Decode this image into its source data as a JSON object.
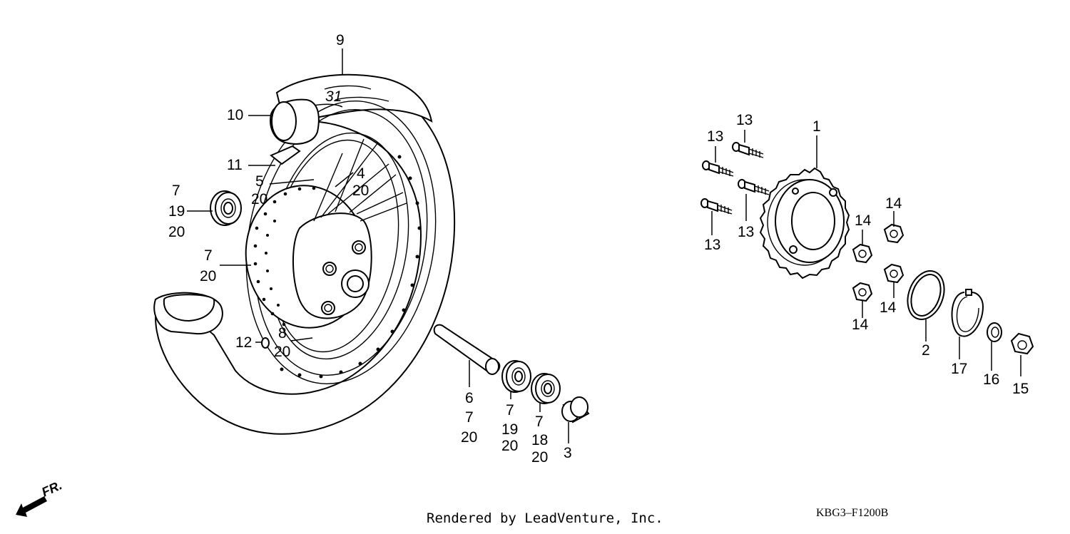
{
  "labels": {
    "l1": "1",
    "l2": "2",
    "l3": "3",
    "l4": "4",
    "l5": "5",
    "l6": "6",
    "l7": "7",
    "l8": "8",
    "l9": "9",
    "l10": "10",
    "l11": "11",
    "l12": "12",
    "l13": "13",
    "l14": "14",
    "l15": "15",
    "l16": "16",
    "l17": "17",
    "l18": "18",
    "l19": "19",
    "l20": "20"
  },
  "direction": "FR.",
  "footer": {
    "credit": "Rendered by LeadVenture, Inc.",
    "code": "KBG3–F1200B"
  },
  "colors": {
    "line": "#000000",
    "background": "#ffffff"
  }
}
